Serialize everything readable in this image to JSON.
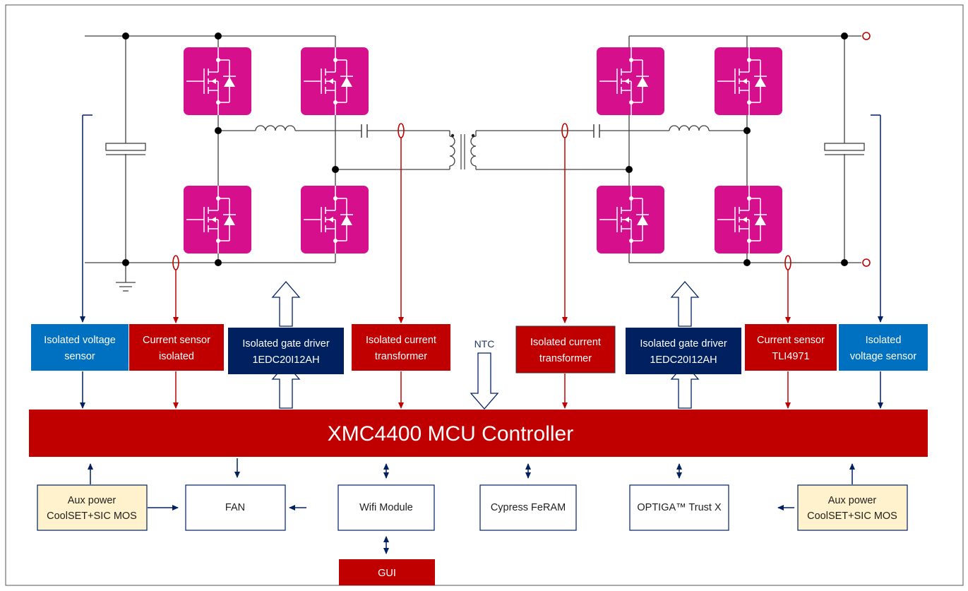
{
  "colors": {
    "mosfet": "#d60f8c",
    "red": "#c00000",
    "navy": "#002060",
    "blue": "#0070c0",
    "aux_fill": "#fff2cc",
    "wire": "#404040"
  },
  "blocks": {
    "volt_left": [
      "Isolated voltage",
      "sensor"
    ],
    "curr_left": [
      "Current sensor",
      "isolated"
    ],
    "gate_left": [
      "Isolated gate driver",
      "1EDC20I12AH"
    ],
    "ct_left": [
      "Isolated current",
      "transformer"
    ],
    "ntc": "NTC",
    "ct_right": [
      "Isolated current",
      "transformer"
    ],
    "gate_right": [
      "Isolated gate driver",
      "1EDC20I12AH"
    ],
    "curr_right": [
      "Current sensor",
      "TLI4971"
    ],
    "volt_right": [
      "Isolated",
      "voltage sensor"
    ],
    "mcu": "XMC4400 MCU Controller",
    "aux_left": [
      "Aux power",
      "CoolSET+SIC MOS"
    ],
    "fan": "FAN",
    "wifi": "Wifi Module",
    "feram": "Cypress FeRAM",
    "optiga": "OPTIGA™ Trust X",
    "aux_right": [
      "Aux power",
      "CoolSET+SIC MOS"
    ],
    "gui": "GUI"
  }
}
